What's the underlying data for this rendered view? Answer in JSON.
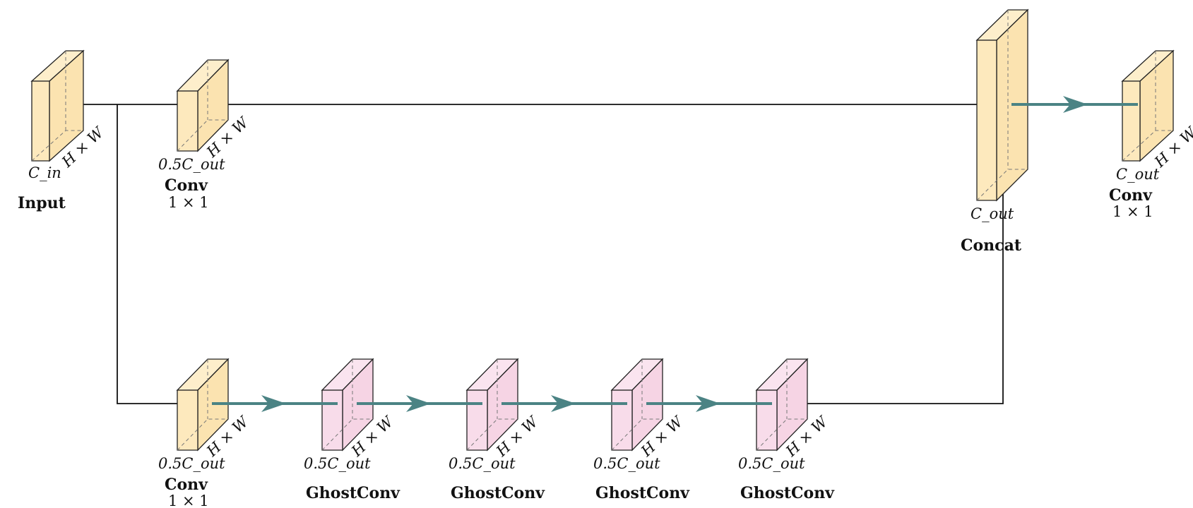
{
  "colors": {
    "channel_block": "#fde9bd",
    "ghost_block": "#f8dcea",
    "teal_arrow": "#4b8384",
    "black_arrow": "#111111"
  },
  "blocks": [
    {
      "id": "input",
      "channel_label": "C_in",
      "spatial_label": "H × W",
      "name": "Input",
      "sub": ""
    },
    {
      "id": "conv1",
      "channel_label": "0.5C_out",
      "spatial_label": "H × W",
      "name": "Conv",
      "sub": "1 × 1"
    },
    {
      "id": "conv2",
      "channel_label": "0.5C_out",
      "spatial_label": "H × W",
      "name": "Conv",
      "sub": "1 × 1"
    },
    {
      "id": "ghost1",
      "channel_label": "0.5C_out",
      "spatial_label": "H × W",
      "name": "GhostConv",
      "sub": ""
    },
    {
      "id": "ghost2",
      "channel_label": "0.5C_out",
      "spatial_label": "H × W",
      "name": "GhostConv",
      "sub": ""
    },
    {
      "id": "ghost3",
      "channel_label": "0.5C_out",
      "spatial_label": "H × W",
      "name": "GhostConv",
      "sub": ""
    },
    {
      "id": "ghost4",
      "channel_label": "0.5C_out",
      "spatial_label": "H × W",
      "name": "GhostConv",
      "sub": ""
    },
    {
      "id": "concat",
      "channel_label": "C_out",
      "spatial_label": "",
      "name": "Concat",
      "sub": ""
    },
    {
      "id": "conv3",
      "channel_label": "C_out",
      "spatial_label": "H × W",
      "name": "Conv",
      "sub": "1 × 1"
    }
  ]
}
